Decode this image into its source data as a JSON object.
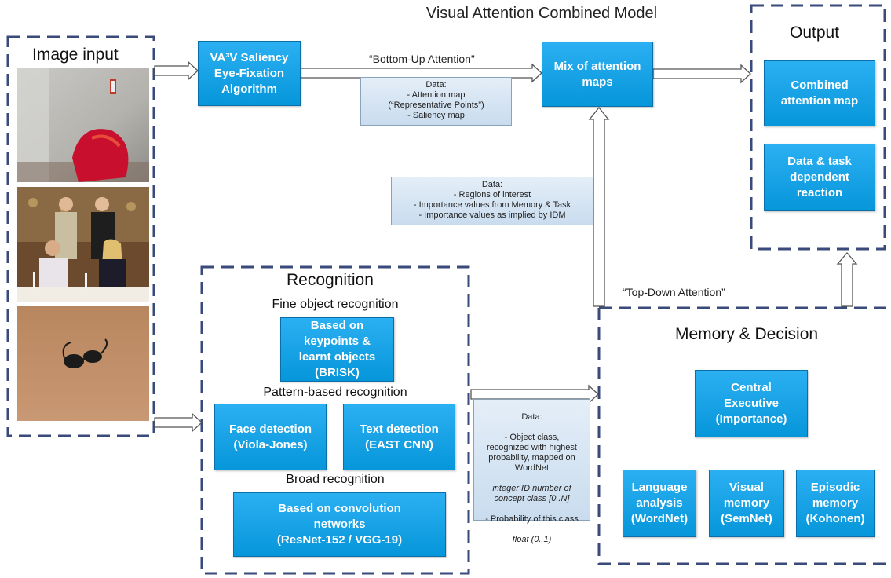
{
  "title": "Visual Attention Combined Model",
  "image_input": {
    "title": "Image input",
    "photos": [
      "photo-room-wall",
      "photo-group-people",
      "photo-sunglasses"
    ]
  },
  "saliency_box": "VA³V Saliency\nEye-Fixation\nAlgorithm",
  "bottom_up_label": "“Bottom-Up Attention”",
  "bottom_up_note": "Data:\n- Attention map\n(“Representative Points”)\n- Saliency map",
  "mix_box": "Mix of attention\nmaps",
  "output": {
    "title": "Output",
    "combined": "Combined\nattention map",
    "reaction": "Data & task\ndependent\nreaction"
  },
  "topdown_note": "Data:\n- Regions of interest\n- Importance values from Memory & Task\n- Importance values as implied by IDM",
  "top_down_label": "“Top-Down Attention”",
  "recognition": {
    "title": "Recognition",
    "fine_title": "Fine object recognition",
    "fine_box": "Based on\nkeypoints &\nlearnt objects\n(BRISK)",
    "pattern_title": "Pattern-based recognition",
    "face_box": "Face detection\n(Viola-Jones)",
    "text_box": "Text detection\n(EAST CNN)",
    "broad_title": "Broad recognition",
    "broad_box": "Based on convolution\nnetworks\n(ResNet-152 / VGG-19)"
  },
  "recognition_note": {
    "line1": "Data:",
    "line2": "- Object class,\nrecognized with highest\nprobability, mapped on\nWordNet",
    "line3": "integer ID number of\nconcept class [0..N]",
    "line4": "- Probability of this class",
    "line5": "float (0..1)"
  },
  "memory": {
    "title": "Memory & Decision",
    "central": "Central\nExecutive\n(Importance)",
    "language": "Language\nanalysis\n(WordNet)",
    "visual": "Visual\nmemory\n(SemNet)",
    "episodic": "Episodic\nmemory\n(Kohonen)"
  },
  "colors": {
    "box_blue": "#1aa3e8",
    "dash_navy": "#3a4a7a",
    "note_fill": "#d6e4f2"
  }
}
